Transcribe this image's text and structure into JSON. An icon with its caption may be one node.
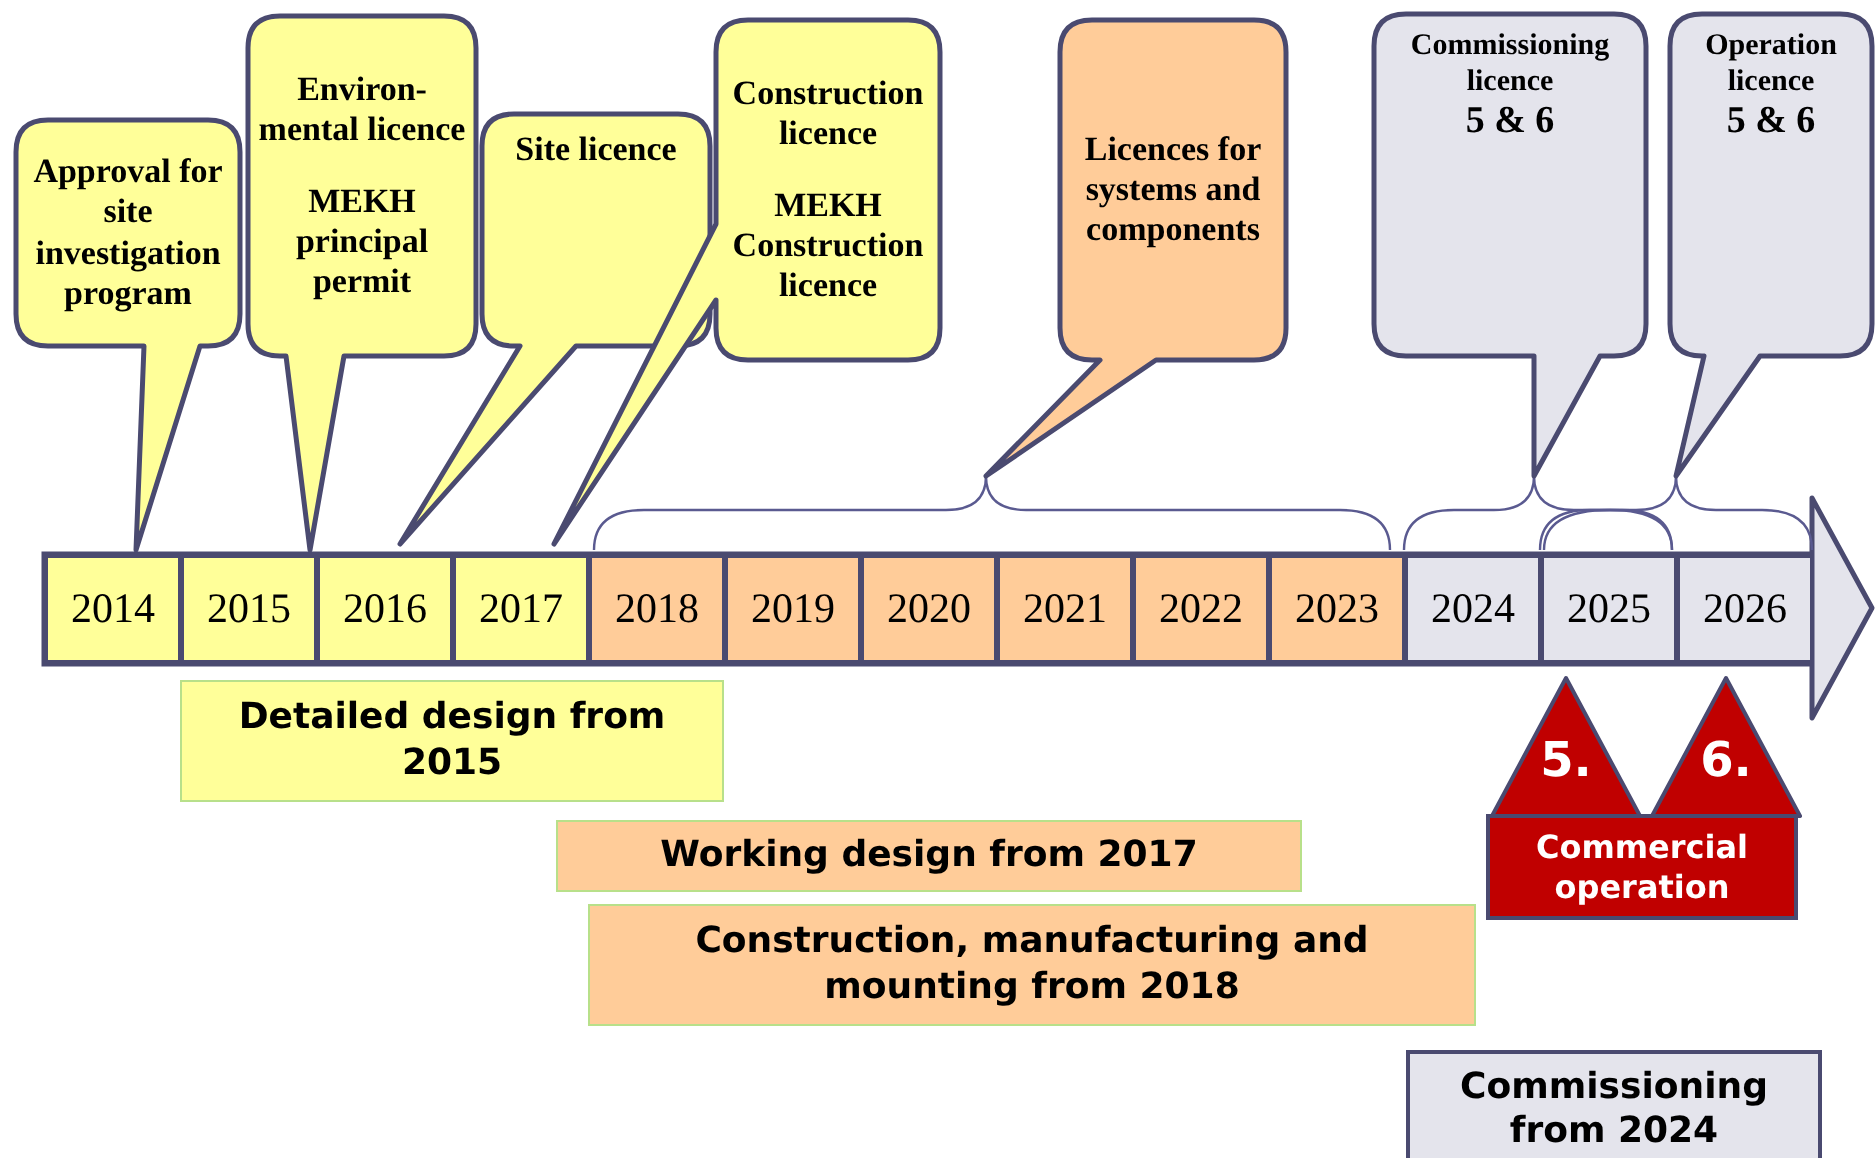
{
  "diagram": {
    "nodes": [
      {
        "text": [
          "Approval for site investigation program"
        ]
      },
      {
        "text": [
          "Environ-mental licence",
          "MEKH principal permit"
        ]
      },
      {
        "text": [
          "Site licence"
        ]
      },
      {
        "text": [
          "Construction licence",
          "MEKH Construction licence"
        ]
      },
      {
        "text": [
          "Licences for systems and components"
        ]
      },
      {
        "text": [
          "Commissioning licence",
          "5 & 6"
        ]
      },
      {
        "text": [
          "Operation licence",
          "5 & 6"
        ]
      },
      {
        "text": [
          "2014"
        ]
      },
      {
        "text": [
          "2015"
        ]
      },
      {
        "text": [
          "2016"
        ]
      },
      {
        "text": [
          "2017"
        ]
      },
      {
        "text": [
          "2018"
        ]
      },
      {
        "text": [
          "2019"
        ]
      },
      {
        "text": [
          "2020"
        ]
      },
      {
        "text": [
          "2021"
        ]
      },
      {
        "text": [
          "2022"
        ]
      },
      {
        "text": [
          "2023"
        ]
      },
      {
        "text": [
          "2024"
        ]
      },
      {
        "text": [
          "2025"
        ]
      },
      {
        "text": [
          "2026"
        ]
      },
      {
        "text": [
          "Detailed design from 2015"
        ]
      },
      {
        "text": [
          "Working design from 2017"
        ]
      },
      {
        "text": [
          "Construction, manufacturing and mounting from 2018"
        ]
      },
      {
        "text": [
          "5."
        ]
      },
      {
        "text": [
          "6."
        ]
      },
      {
        "text": [
          "Commercial operation"
        ]
      },
      {
        "text": [
          "Commissioning from 2024"
        ]
      }
    ]
  }
}
